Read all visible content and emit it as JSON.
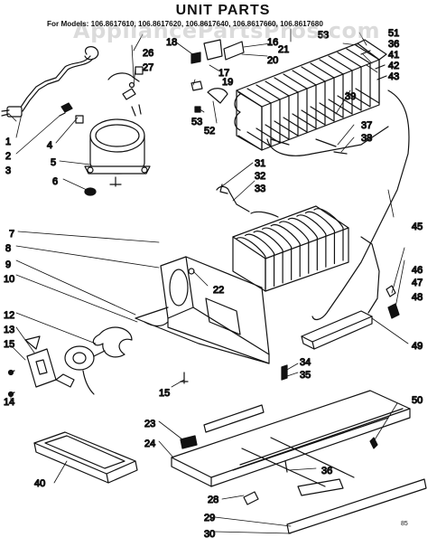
{
  "header": {
    "title": "UNIT PARTS",
    "models_line": "For Models: 106.8617610, 106.8617620, 106.8617640, 106.8617660, 106.8617680"
  },
  "watermark": "AppliancePartsPros.com",
  "page_mark": "85",
  "callouts": [
    {
      "n": "1"
    },
    {
      "n": "2"
    },
    {
      "n": "3"
    },
    {
      "n": "4"
    },
    {
      "n": "5"
    },
    {
      "n": "6"
    },
    {
      "n": "7"
    },
    {
      "n": "8"
    },
    {
      "n": "9"
    },
    {
      "n": "10"
    },
    {
      "n": "12"
    },
    {
      "n": "13"
    },
    {
      "n": "14"
    },
    {
      "n": "15"
    },
    {
      "n": "15"
    },
    {
      "n": "16"
    },
    {
      "n": "17"
    },
    {
      "n": "18"
    },
    {
      "n": "19"
    },
    {
      "n": "20"
    },
    {
      "n": "21"
    },
    {
      "n": "22"
    },
    {
      "n": "23"
    },
    {
      "n": "24"
    },
    {
      "n": "26"
    },
    {
      "n": "27"
    },
    {
      "n": "28"
    },
    {
      "n": "29"
    },
    {
      "n": "30"
    },
    {
      "n": "31"
    },
    {
      "n": "32"
    },
    {
      "n": "33"
    },
    {
      "n": "34"
    },
    {
      "n": "35"
    },
    {
      "n": "36"
    },
    {
      "n": "36"
    },
    {
      "n": "37"
    },
    {
      "n": "38"
    },
    {
      "n": "39"
    },
    {
      "n": "40"
    },
    {
      "n": "41"
    },
    {
      "n": "42"
    },
    {
      "n": "43"
    },
    {
      "n": "45"
    },
    {
      "n": "46"
    },
    {
      "n": "47"
    },
    {
      "n": "48"
    },
    {
      "n": "49"
    },
    {
      "n": "50"
    },
    {
      "n": "51"
    },
    {
      "n": "52"
    },
    {
      "n": "53"
    },
    {
      "n": "53"
    }
  ]
}
